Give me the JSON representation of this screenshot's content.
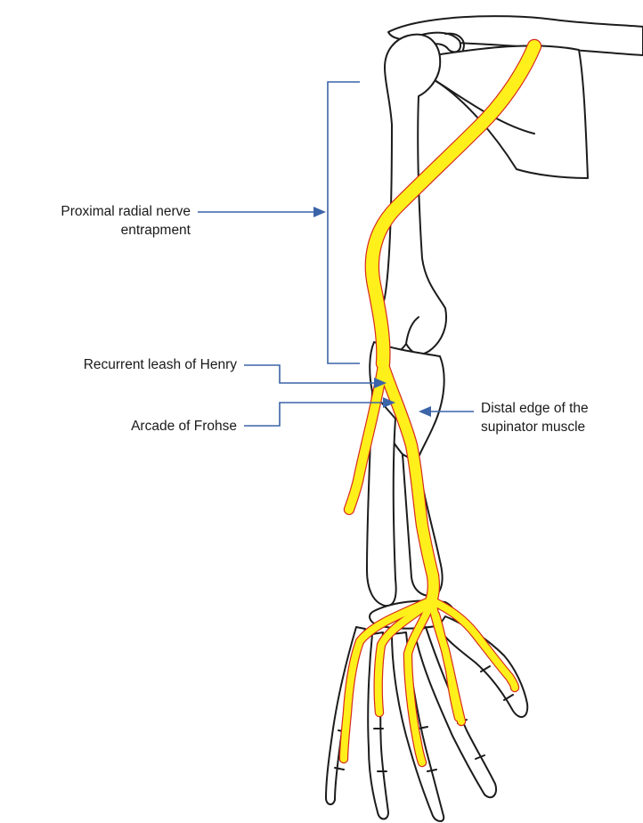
{
  "labels": {
    "proximal_line1": "Proximal radial nerve",
    "proximal_line2": "entrapment",
    "henry": "Recurrent leash of Henry",
    "frohse": "Arcade of Frohse",
    "distal_line1": "Distal edge of the",
    "distal_line2": "supinator muscle"
  },
  "colors": {
    "nerve": "#ffef1a",
    "nerve_outline": "#d62a1f",
    "pointer": "#3c64a8",
    "bone_outline": "#1c1c1c"
  }
}
